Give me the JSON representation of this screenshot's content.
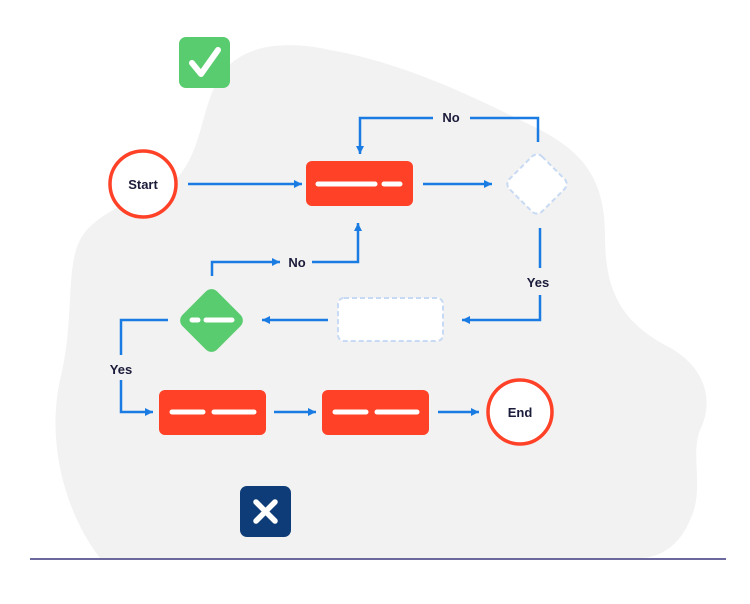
{
  "colors": {
    "background": "#ffffff",
    "blob": "#f2f2f2",
    "accent_red": "#ff4127",
    "accent_blue": "#1a7ce2",
    "accent_green": "#58cc6e",
    "ghost_blue": "#c8daf3",
    "navy": "#0e3c78",
    "text_dark": "#1b1b3a",
    "baseline": "#6a689c"
  },
  "icons": {
    "approve": "checkmark-icon",
    "reject": "x-icon"
  },
  "nodes": {
    "start": {
      "label": "Start"
    },
    "end": {
      "label": "End"
    }
  },
  "edges": {
    "loop_no": {
      "label": "No"
    },
    "decision_yes": {
      "label": "Yes"
    },
    "green_no": {
      "label": "No"
    },
    "green_yes": {
      "label": "Yes"
    }
  }
}
